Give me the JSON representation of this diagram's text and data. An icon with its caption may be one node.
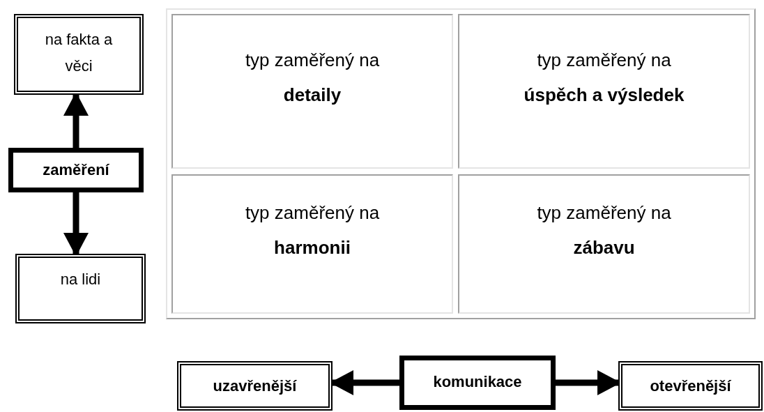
{
  "diagram": {
    "nodes": [
      {
        "text": [
          "na fakta a věci"
        ]
      },
      {
        "text": [
          "zaměření"
        ]
      },
      {
        "text": [
          "na lidi"
        ]
      },
      {
        "text": [
          "typ zaměřený na",
          "detaily"
        ]
      },
      {
        "text": [
          "typ zaměřený na",
          "úspěch a výsledek"
        ]
      },
      {
        "text": [
          "typ zaměřený na",
          "harmonii"
        ]
      },
      {
        "text": [
          "typ zaměřený na",
          "zábavu"
        ]
      },
      {
        "text": [
          "uzavřenější"
        ]
      },
      {
        "text": [
          "komunikace"
        ]
      },
      {
        "text": [
          "otevřenější"
        ]
      }
    ],
    "edges": [
      {
        "from": 1,
        "to": 0,
        "arrow": "to"
      },
      {
        "from": 1,
        "to": 2,
        "arrow": "to"
      },
      {
        "from": 8,
        "to": 7,
        "arrow": "to"
      },
      {
        "from": 8,
        "to": 9,
        "arrow": "to"
      }
    ]
  }
}
